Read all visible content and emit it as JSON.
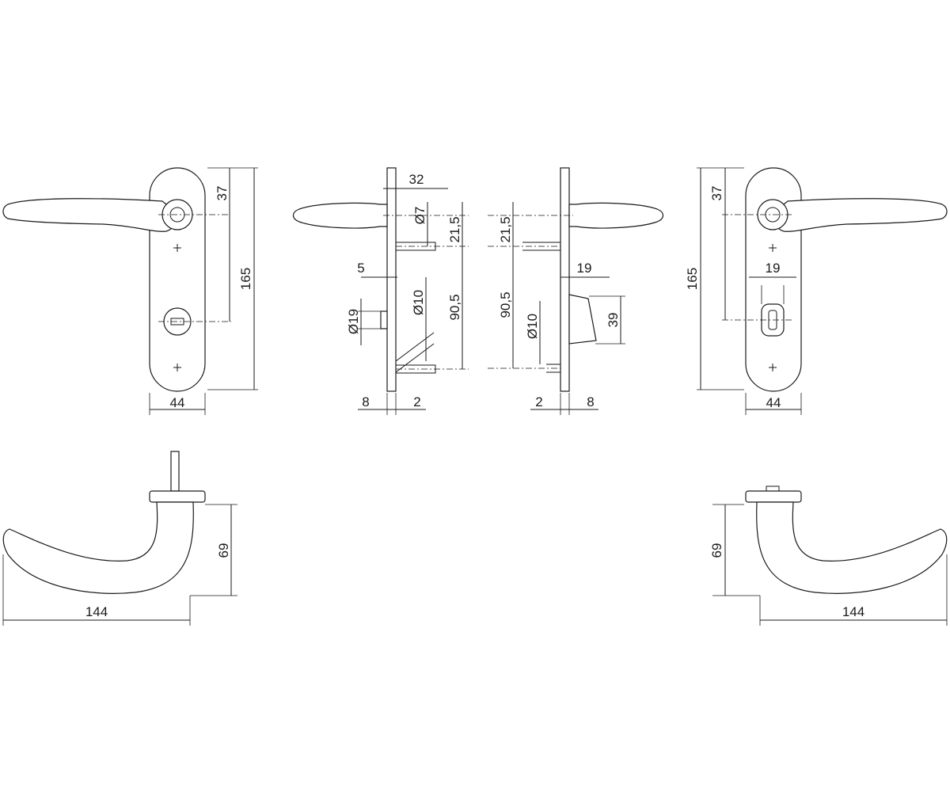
{
  "drawing": {
    "front_left": {
      "plate_width": "44",
      "lever_to_spindle": "37",
      "spindle_to_lock": "165"
    },
    "side_left": {
      "projection": "32",
      "spindle_dia": "Ø7",
      "spindle_gap": "21,5",
      "rose_offset": "5",
      "rose_dia": "Ø19",
      "pin_dia": "Ø10",
      "pin_distance": "90,5",
      "plate_thickness": "8",
      "gap": "2"
    },
    "side_right": {
      "spindle_gap": "21,5",
      "pin_distance": "90,5",
      "pin_dia": "Ø10",
      "knob_projection": "19",
      "knob_height": "39",
      "gap": "2",
      "plate_thickness": "8"
    },
    "front_right": {
      "plate_width": "44",
      "lever_to_spindle": "37",
      "spindle_to_lock": "165",
      "turn_width": "19"
    },
    "top_left": {
      "height": "69",
      "length": "144"
    },
    "top_right": {
      "height": "69",
      "length": "144"
    }
  }
}
